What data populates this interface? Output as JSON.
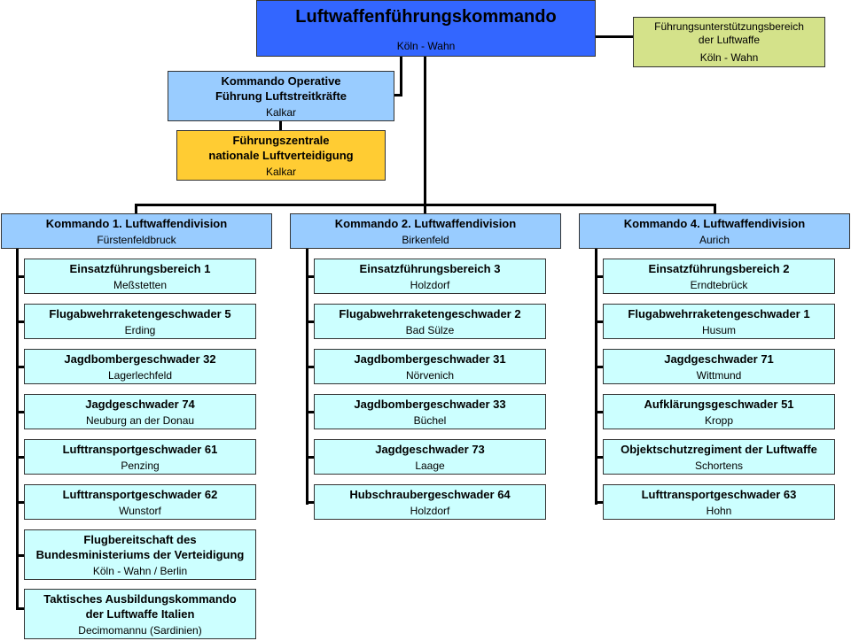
{
  "hq": {
    "title": "Luftwaffenführungskommando",
    "location": "Köln - Wahn"
  },
  "support": {
    "title": "Führungsunterstützungsbereich\nder Luftwaffe",
    "location": "Köln - Wahn"
  },
  "operational": {
    "title": "Kommando Operative\nFührung Luftstreitkräfte",
    "location": "Kalkar"
  },
  "air_defense": {
    "title": "Führungszentrale\nnationale Luftverteidigung",
    "location": "Kalkar"
  },
  "divisions": [
    {
      "title": "Kommando 1. Luftwaffendivision",
      "location": "Fürstenfeldbruck",
      "units": [
        {
          "title": "Einsatzführungsbereich 1",
          "location": "Meßstetten"
        },
        {
          "title": "Flugabwehrraketengeschwader 5",
          "location": "Erding"
        },
        {
          "title": "Jagdbombergeschwader 32",
          "location": "Lagerlechfeld"
        },
        {
          "title": "Jagdgeschwader 74",
          "location": "Neuburg an der Donau"
        },
        {
          "title": "Lufttransportgeschwader 61",
          "location": "Penzing"
        },
        {
          "title": "Lufttransportgeschwader 62",
          "location": "Wunstorf"
        },
        {
          "title": "Flugbereitschaft des\nBundesministeriums der Verteidigung",
          "location": "Köln - Wahn / Berlin"
        },
        {
          "title": "Taktisches Ausbildungskommando\nder Luftwaffe Italien",
          "location": "Decimomannu (Sardinien)"
        }
      ]
    },
    {
      "title": "Kommando 2. Luftwaffendivision",
      "location": "Birkenfeld",
      "units": [
        {
          "title": "Einsatzführungsbereich 3",
          "location": "Holzdorf"
        },
        {
          "title": "Flugabwehrraketengeschwader 2",
          "location": "Bad Sülze"
        },
        {
          "title": "Jagdbombergeschwader 31",
          "location": "Nörvenich"
        },
        {
          "title": "Jagdbombergeschwader 33",
          "location": "Büchel"
        },
        {
          "title": "Jagdgeschwader 73",
          "location": "Laage"
        },
        {
          "title": "Hubschraubergeschwader 64",
          "location": "Holzdorf"
        }
      ]
    },
    {
      "title": "Kommando 4. Luftwaffendivision",
      "location": "Aurich",
      "units": [
        {
          "title": "Einsatzführungsbereich 2",
          "location": "Erndtebrück"
        },
        {
          "title": "Flugabwehrraketengeschwader 1",
          "location": "Husum"
        },
        {
          "title": "Jagdgeschwader 71",
          "location": "Wittmund"
        },
        {
          "title": "Aufklärungsgeschwader 51",
          "location": "Kropp"
        },
        {
          "title": "Objektschutzregiment der Luftwaffe",
          "location": "Schortens"
        },
        {
          "title": "Lufttransportgeschwader 63",
          "location": "Hohn"
        }
      ]
    }
  ],
  "colors": {
    "hq": "#3366ff",
    "support": "#d4e28a",
    "operational": "#99ccff",
    "air_defense": "#ffcc33",
    "division": "#99ccff",
    "unit": "#ccffff",
    "connector": "#000000"
  }
}
